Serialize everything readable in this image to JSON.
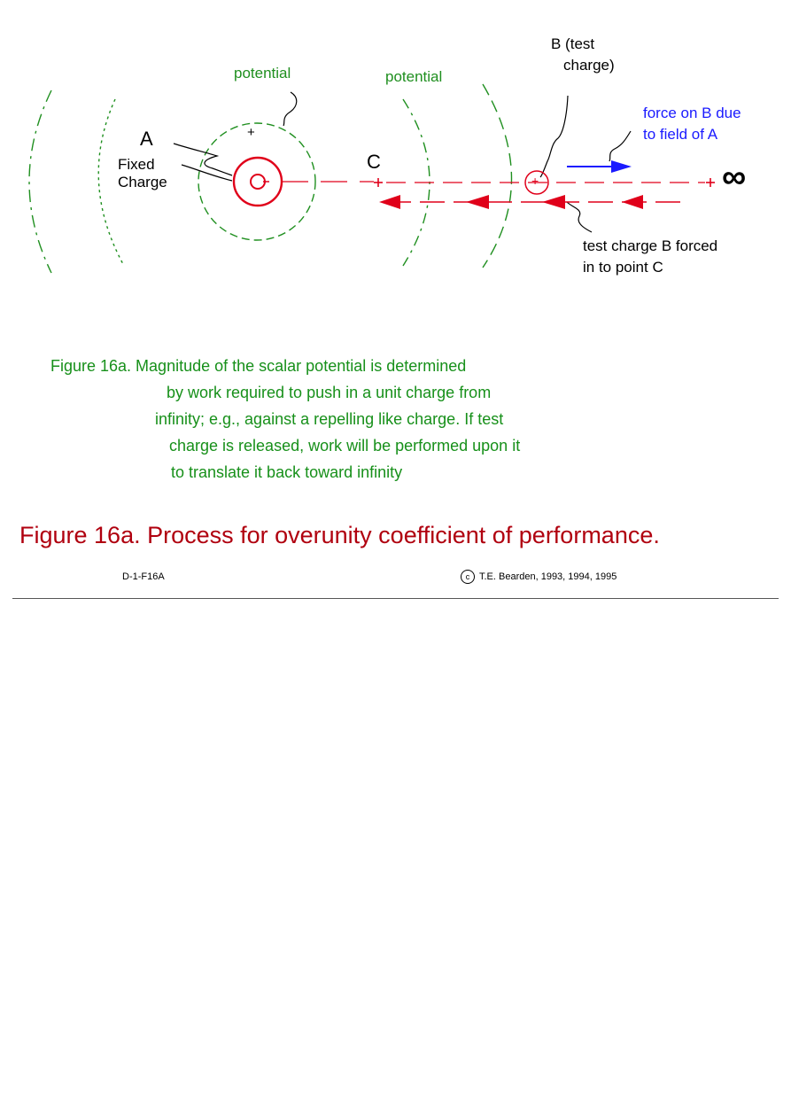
{
  "labels": {
    "potential_left": "potential",
    "potential_right": "potential",
    "charge_a_letter": "A",
    "charge_a_desc_line1": "Fixed",
    "charge_a_desc_line2": "Charge",
    "plus_sign_a": "+",
    "plus_sign_b": "+",
    "point_c": "C",
    "charge_b_line1": "B  (test",
    "charge_b_line2": "charge)",
    "force_line1": "force on B due",
    "force_line2": "to field of A",
    "forced_line1": "test charge B forced",
    "forced_line2": "in to point C",
    "infinity": "∞"
  },
  "caption": {
    "line1": "Figure 16a.  Magnitude of the scalar potential is determined",
    "line2": "by work required to push in a unit charge from",
    "line3": "infinity; e.g., against a repelling like charge. If test",
    "line4": "charge is released, work will be performed upon it",
    "line5": "to translate it back toward infinity"
  },
  "title": "Figure 16a.  Process for overunity coefficient of performance.",
  "footer": {
    "figure_id": "D-1-F16A",
    "copyright_symbol": "c",
    "copyright_text": "T.E. Bearden, 1993, 1994, 1995"
  },
  "colors": {
    "potential": "#1f8f1f",
    "charge": "#e0001a",
    "force_arrow": "#1a1aff",
    "caption": "#17901a",
    "title": "#b0000f"
  }
}
